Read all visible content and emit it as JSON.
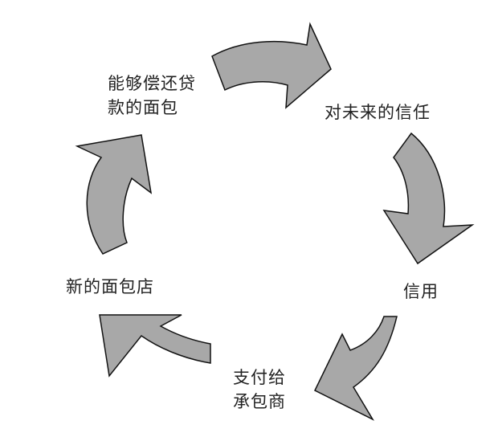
{
  "diagram": {
    "stages": [
      {
        "lines": [
          "对未来的信任"
        ]
      },
      {
        "lines": [
          "信用"
        ]
      },
      {
        "lines": [
          "支付给",
          "承包商"
        ]
      },
      {
        "lines": [
          "新的面包店"
        ]
      },
      {
        "lines": [
          "能够偿还贷",
          "款的面包"
        ]
      }
    ],
    "arrow_fill": "#a8a8a8",
    "arrow_stroke": "#111111",
    "text_color": "#222222",
    "direction": "clockwise"
  }
}
